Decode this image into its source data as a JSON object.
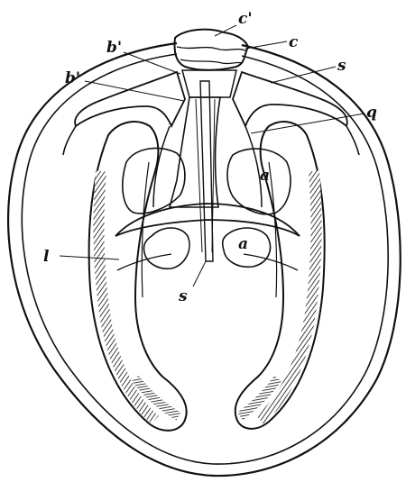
{
  "figure": {
    "labels": {
      "c_prime": "c'",
      "c": "c",
      "b_prime_upper": "b'",
      "b_prime_lower": "b'",
      "s_upper": "s",
      "q": "q",
      "a_upper": "a",
      "a_lower": "a",
      "l": "l",
      "s_lower": "s"
    }
  }
}
